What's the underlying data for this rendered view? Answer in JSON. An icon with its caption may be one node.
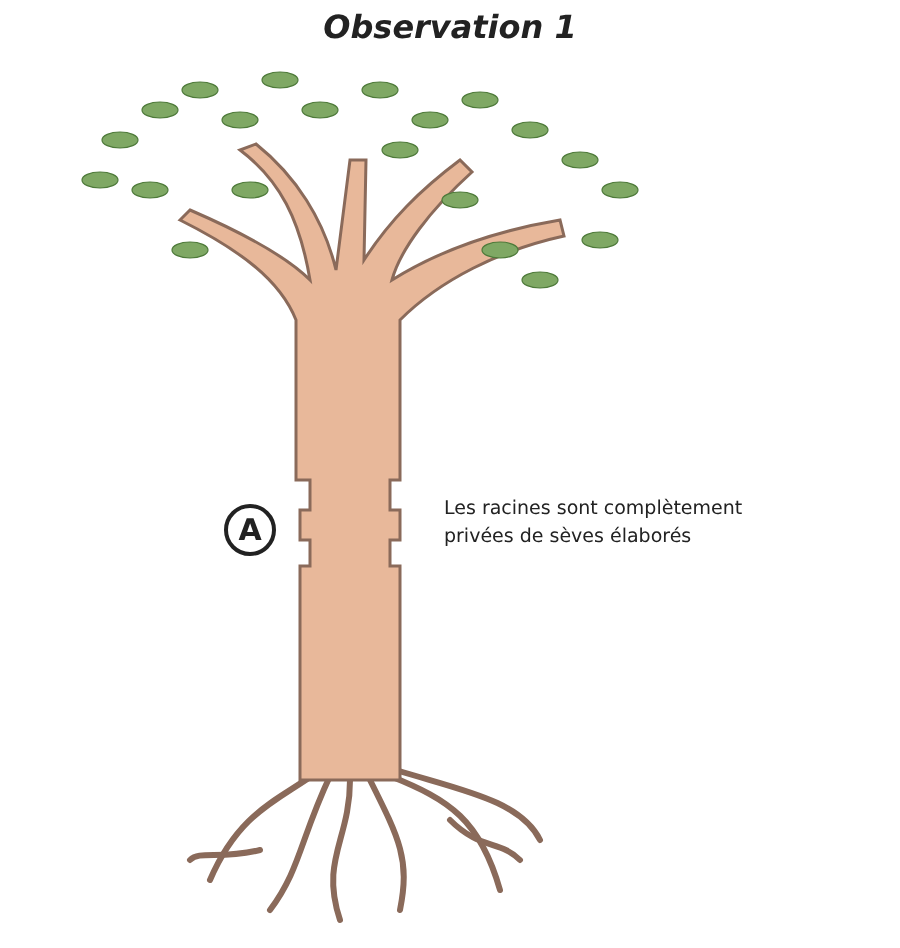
{
  "diagram": {
    "title": "Observation 1",
    "labels": [
      "A",
      "Les racines sont complètement privées de sèves élaborés"
    ]
  }
}
